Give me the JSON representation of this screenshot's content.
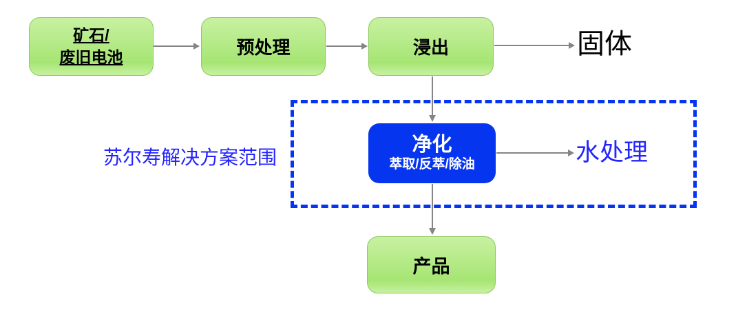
{
  "colors": {
    "green_top": "#c8f1a2",
    "green_bottom": "#a6e573",
    "green_border": "#8cc95a",
    "blue_box": "#0635ef",
    "blue_dash": "#0535f0",
    "blue_text": "#2424ff",
    "arrow_gray": "#858585",
    "text_black": "#000000"
  },
  "nodes": {
    "source": {
      "line1": "矿石/",
      "line2": "废旧电池"
    },
    "pretreatment": {
      "label": "预处理"
    },
    "leaching": {
      "label": "浸出"
    },
    "purification": {
      "title": "净化",
      "subtitle": "萃取/反萃/除油"
    },
    "product": {
      "label": "产品"
    }
  },
  "labels": {
    "solid": "固体",
    "water_treatment": "水处理",
    "scope": "苏尔寿解决方案范围"
  }
}
